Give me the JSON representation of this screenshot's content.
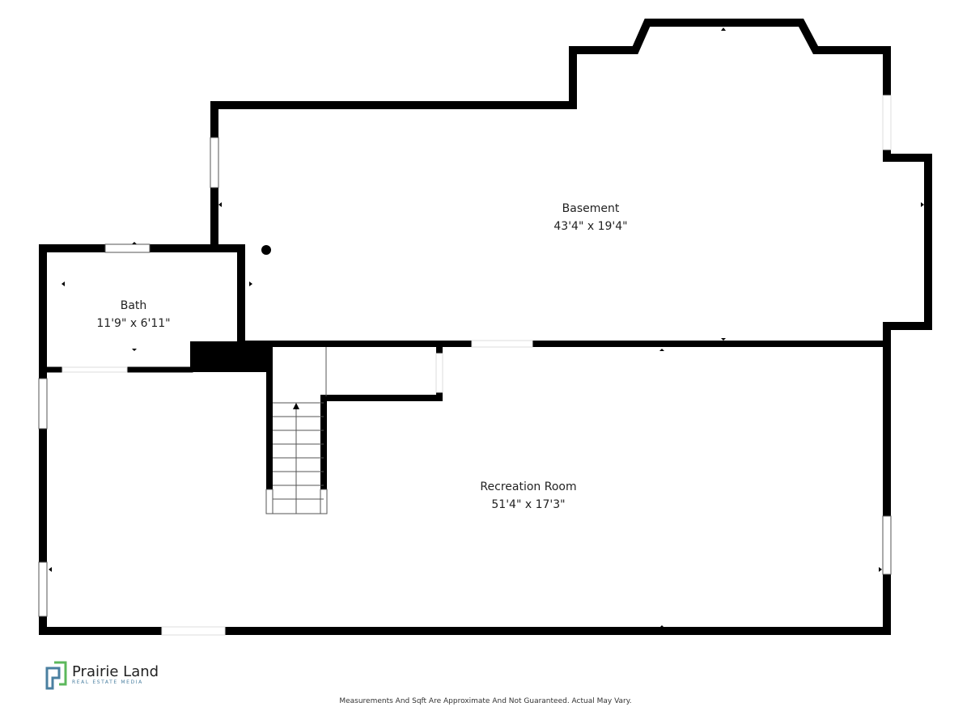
{
  "rooms": [
    {
      "name": "Basement",
      "dimensions": "43'4\" x 19'4\""
    },
    {
      "name": "Bath",
      "dimensions": "11'9\" x 6'11\""
    },
    {
      "name": "Recreation Room",
      "dimensions": "51'4\" x 17'3\""
    }
  ],
  "logo": {
    "name": "Prairie Land",
    "tagline": "REAL ESTATE MEDIA",
    "colors": {
      "blue": "#4a7fa0",
      "green": "#5cb85c"
    }
  },
  "disclaimer": "Measurements And Sqft Are Approximate And Not Guaranteed. Actual May Vary."
}
